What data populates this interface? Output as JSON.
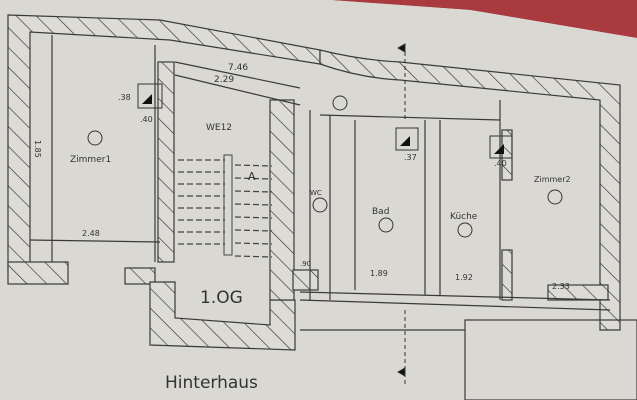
{
  "plan": {
    "floor_label": "1.OG",
    "building_label": "Hinterhaus",
    "stair_marker": "A",
    "rooms": [
      {
        "name": "Zimmer1",
        "width": "2.48",
        "height": "1.85"
      },
      {
        "name": "WE12"
      },
      {
        "name": "WC"
      },
      {
        "name": "Bad",
        "width": "1.89"
      },
      {
        "name": "Küche",
        "width": "1.92"
      },
      {
        "name": "Zimmer2",
        "width": "2.33"
      }
    ],
    "dimensions": {
      "overall": "7.46",
      "inner": "2.29",
      "shaft_w": ".40",
      "shaft_h": ".38",
      "shaft2": ".37",
      "shaft3": ".40",
      "height_mark": ".90"
    }
  },
  "colors": {
    "paper": "#d9d8d3",
    "ink": "#3a3a3a",
    "page_edge": "#b0313a"
  }
}
